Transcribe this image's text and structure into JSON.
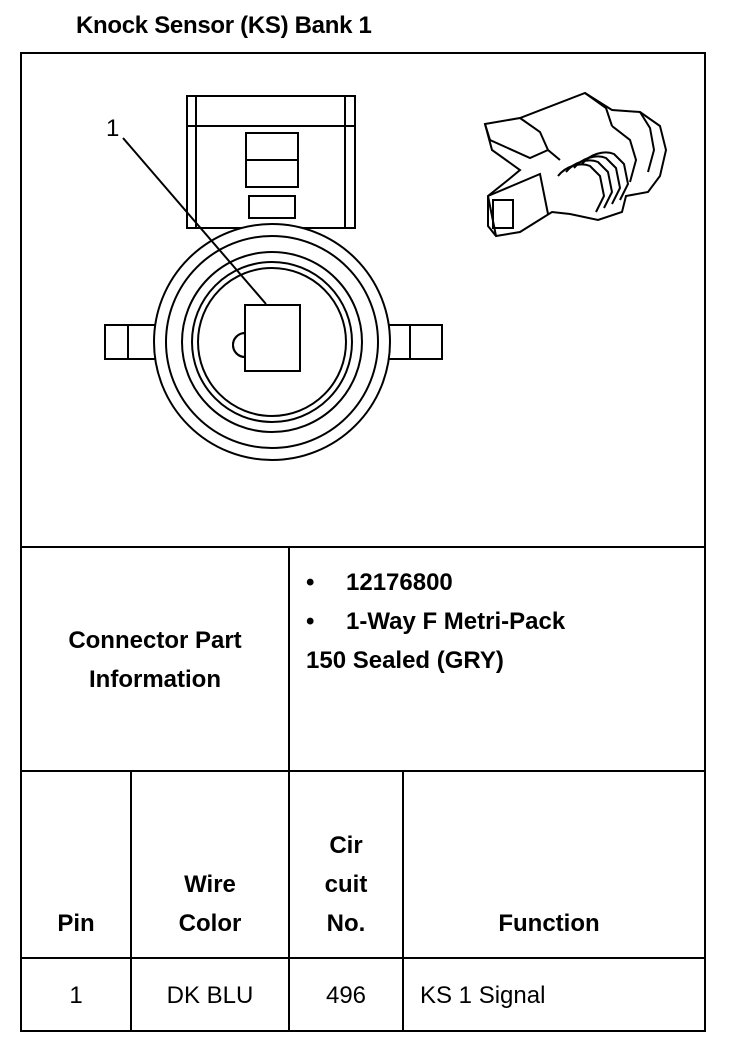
{
  "title": "Knock Sensor (KS) Bank 1",
  "diagram": {
    "callout_label": "1"
  },
  "part_info": {
    "label_line1": "Connector Part",
    "label_line2": "Information",
    "bullet": "•",
    "items": [
      "12176800",
      "1-Way F Metri-Pack"
    ],
    "continuation": "150 Sealed (GRY)"
  },
  "table": {
    "headers": {
      "pin": "Pin",
      "wire_color_1": "Wire",
      "wire_color_2": "Color",
      "circuit_1": "Cir",
      "circuit_2": "cuit",
      "circuit_3": "No.",
      "function": "Function"
    },
    "rows": [
      {
        "pin": "1",
        "wire_color": "DK BLU",
        "circuit": "496",
        "function": "KS 1 Signal"
      }
    ]
  }
}
